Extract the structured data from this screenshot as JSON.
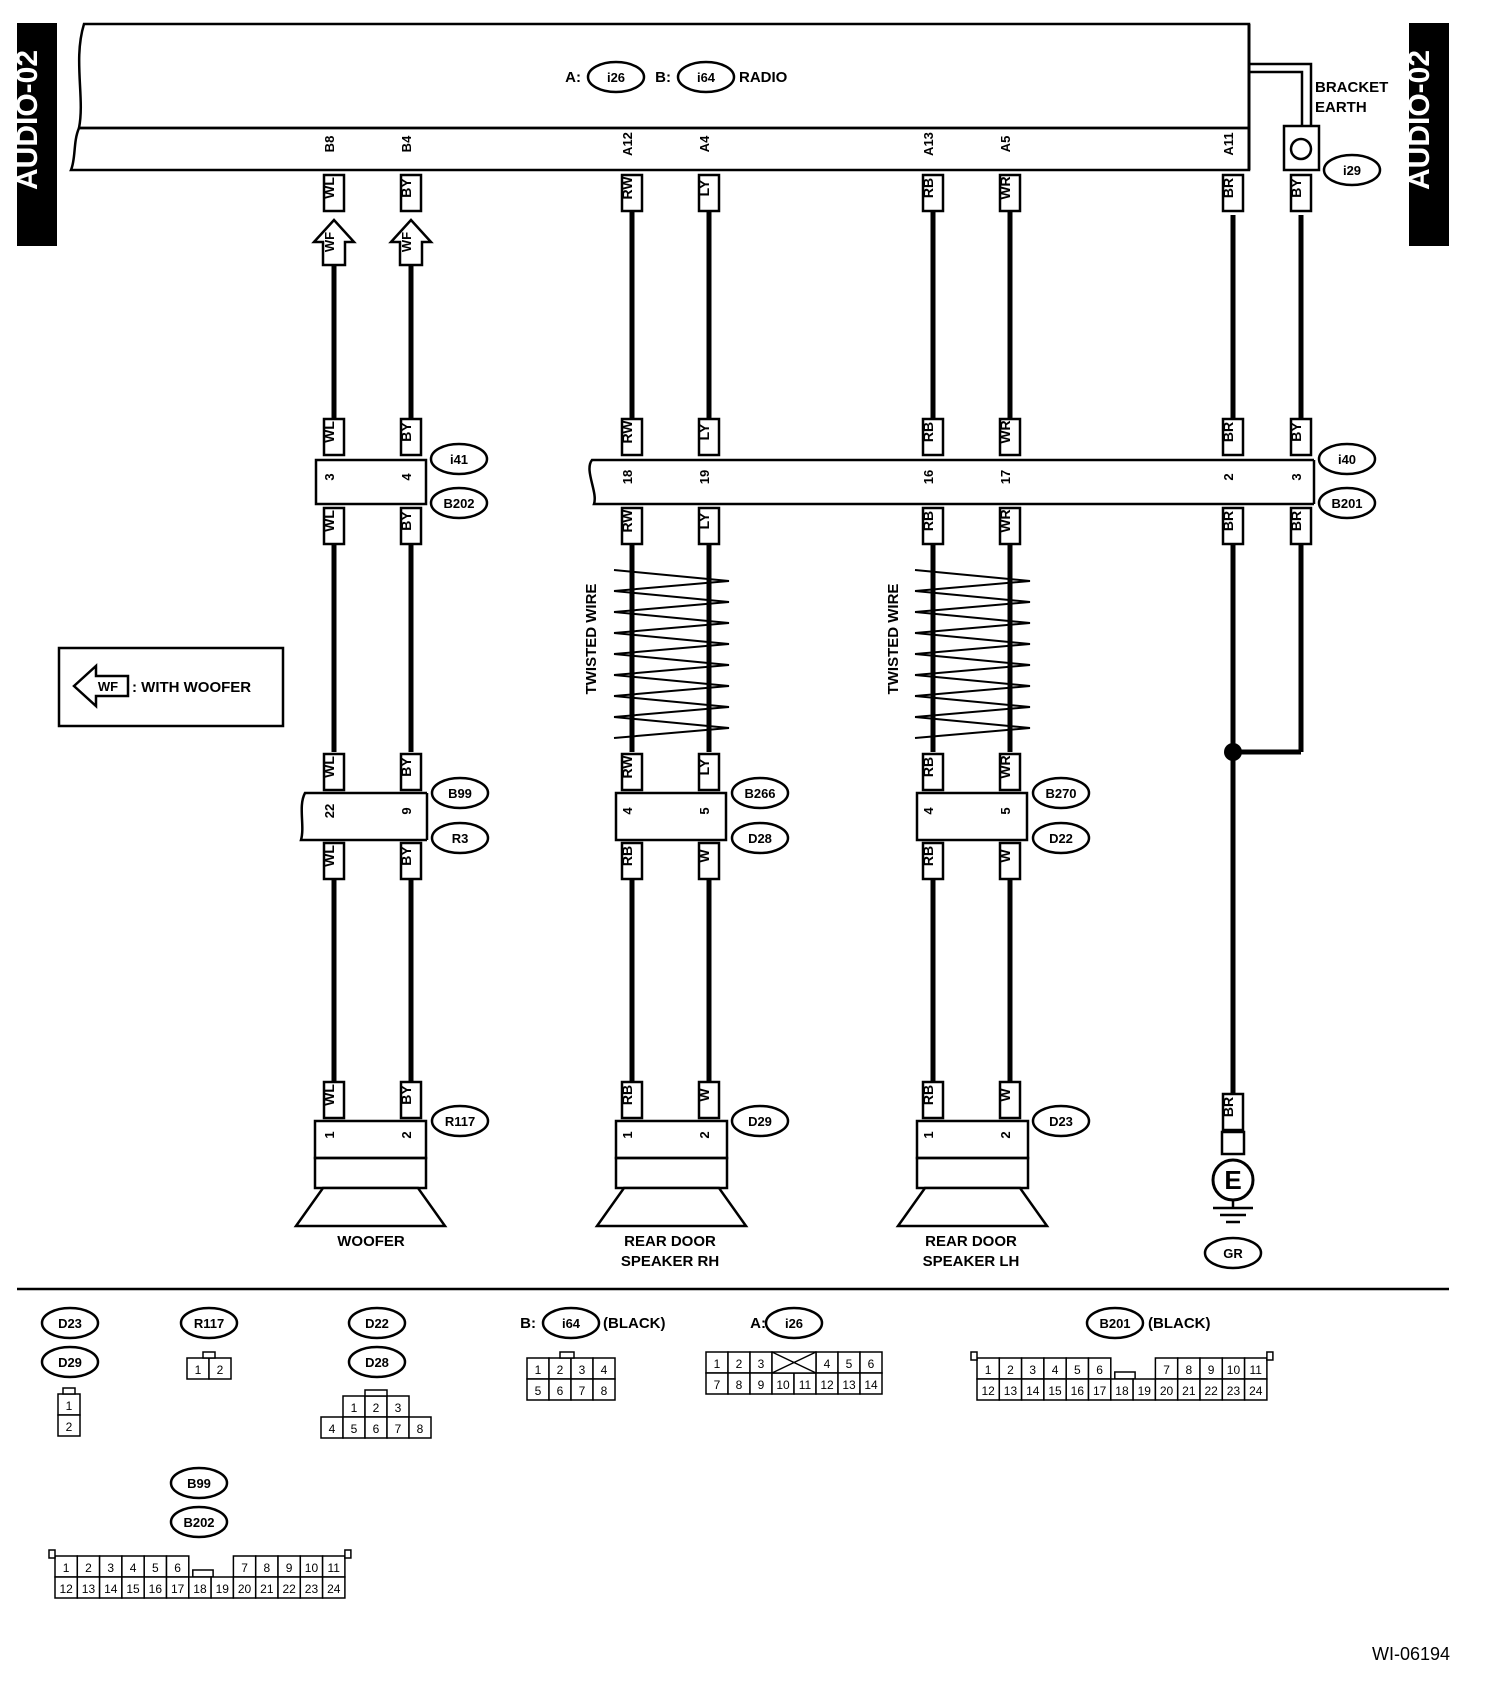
{
  "side_tab_left": "AUDIO-02",
  "side_tab_right": "AUDIO-02",
  "header": {
    "prefix_a": "A:",
    "conn_a": "i26",
    "prefix_b": "B:",
    "conn_b": "i64",
    "title": "RADIO"
  },
  "bracket_earth": {
    "line1": "BRACKET",
    "line2": "EARTH",
    "conn": "i29"
  },
  "wires": [
    {
      "key": "w1",
      "pin": "B8",
      "c1": "WL",
      "c2": "WL",
      "c3": "WL",
      "c4": "WL",
      "c5": "WL",
      "c6": "WL",
      "ipin": "3",
      "dpin": "22",
      "spin": "1"
    },
    {
      "key": "w2",
      "pin": "B4",
      "c1": "BY",
      "c2": "BY",
      "c3": "BY",
      "c4": "BY",
      "c5": "BY",
      "c6": "BY",
      "ipin": "4",
      "dpin": "9",
      "spin": "2"
    },
    {
      "key": "w3",
      "pin": "A12",
      "c1": "RW",
      "c2": "RW",
      "c3": "RW",
      "c4": "RW",
      "c5": "RB",
      "c6": "RB",
      "ipin": "18",
      "dpin": "4",
      "spin": "1"
    },
    {
      "key": "w4",
      "pin": "A4",
      "c1": "LY",
      "c2": "LY",
      "c3": "LY",
      "c4": "LY",
      "c5": "W",
      "c6": "W",
      "ipin": "19",
      "dpin": "5",
      "spin": "2"
    },
    {
      "key": "w5",
      "pin": "A13",
      "c1": "RB",
      "c2": "RB",
      "c3": "RB",
      "c4": "RB",
      "c5": "RB",
      "c6": "RB",
      "ipin": "16",
      "dpin": "4",
      "spin": "1"
    },
    {
      "key": "w6",
      "pin": "A5",
      "c1": "WR",
      "c2": "WR",
      "c3": "WR",
      "c4": "WR",
      "c5": "W",
      "c6": "W",
      "ipin": "17",
      "dpin": "5",
      "spin": "2"
    },
    {
      "key": "w7",
      "pin": "A11",
      "c1": "BR",
      "c2": "BR",
      "c3": "BR",
      "ipin": "2",
      "c_ground": "BR"
    },
    {
      "key": "w8",
      "c1": "BY",
      "c2": "BY",
      "c3": "BR",
      "ipin": "3"
    }
  ],
  "woofer_flag": "WF",
  "legend": {
    "flag": "WF",
    "text": ": WITH WOOFER"
  },
  "twisted_wire_label": "TWISTED WIRE",
  "inline_connectors": {
    "i41": "i41",
    "b202": "B202",
    "i40": "i40",
    "b201": "B201",
    "b99": "B99",
    "r3": "R3",
    "b266": "B266",
    "d28": "D28",
    "b270": "B270",
    "d22": "D22"
  },
  "speakers": [
    {
      "key": "woofer",
      "conn": "R117",
      "line1": "WOOFER",
      "line2": ""
    },
    {
      "key": "rh",
      "conn": "D29",
      "line1": "REAR DOOR",
      "line2": "SPEAKER RH"
    },
    {
      "key": "lh",
      "conn": "D23",
      "line1": "REAR DOOR",
      "line2": "SPEAKER LH"
    }
  ],
  "ground": {
    "symbol": "E",
    "conn": "GR"
  },
  "connector_key": {
    "d23": "D23",
    "d29": "D29",
    "r117": "R117",
    "d22": "D22",
    "d28": "D28",
    "i64_prefix": "B:",
    "i64": "i64",
    "i64_color": "(BLACK)",
    "i26_prefix": "A:",
    "i26": "i26",
    "b201": "B201",
    "b201_color": "(BLACK)",
    "b99": "B99",
    "b202": "B202",
    "grid_2v": [
      [
        "1"
      ],
      [
        "2"
      ]
    ],
    "grid_2h": [
      [
        "1",
        "2"
      ]
    ],
    "grid_d22": [
      [
        "",
        "1",
        "2",
        "3",
        ""
      ],
      [
        "4",
        "5",
        "6",
        "7",
        "8"
      ]
    ],
    "grid_i64": [
      [
        "1",
        "2",
        "3",
        "4"
      ],
      [
        "5",
        "6",
        "7",
        "8"
      ]
    ],
    "grid_i26": [
      [
        "1",
        "2",
        "3",
        "",
        "",
        "4",
        "5",
        "6"
      ],
      [
        "7",
        "8",
        "9",
        "10",
        "11",
        "12",
        "13",
        "14"
      ]
    ],
    "grid_24": [
      [
        "1",
        "2",
        "3",
        "4",
        "5",
        "6",
        "",
        "7",
        "8",
        "9",
        "10",
        "11"
      ],
      [
        "12",
        "13",
        "14",
        "15",
        "16",
        "17",
        "18",
        "19",
        "20",
        "21",
        "22",
        "23",
        "24"
      ]
    ]
  },
  "figure_id": "WI-06194"
}
